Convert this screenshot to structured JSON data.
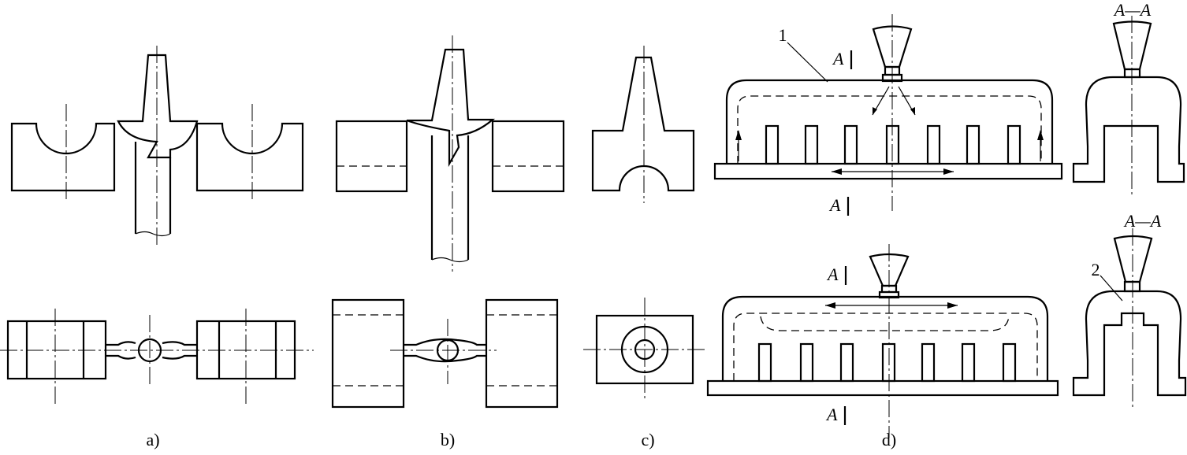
{
  "captions": {
    "a": "a)",
    "b": "b)",
    "c": "c)",
    "d": "d)"
  },
  "labels": {
    "section_title_top": "A—A",
    "section_title_bottom": "A—A",
    "section_mark": "A",
    "callout_1": "1",
    "callout_2": "2"
  }
}
